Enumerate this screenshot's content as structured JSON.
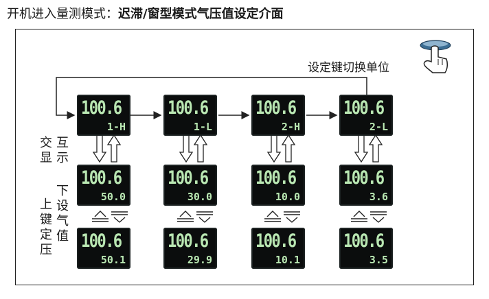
{
  "heading": {
    "prefix": "开机进入量测模式：",
    "title": "迟滞/窗型模式气压值设定介面"
  },
  "hint": "设定键切换单位",
  "side_labels": {
    "interact": [
      "交",
      "显",
      "互",
      "示"
    ],
    "setting": [
      "上",
      "键",
      "定",
      "压",
      "下",
      "设",
      "气",
      "值"
    ]
  },
  "columns": [
    {
      "top": {
        "main": "100.6",
        "sub": "1-H"
      },
      "mid": {
        "main": "100.6",
        "sub": "50.0"
      },
      "bottom": {
        "main": "100.6",
        "sub": "50.1"
      }
    },
    {
      "top": {
        "main": "100.6",
        "sub": "1-L"
      },
      "mid": {
        "main": "100.6",
        "sub": "30.0"
      },
      "bottom": {
        "main": "100.6",
        "sub": "29.9"
      }
    },
    {
      "top": {
        "main": "100.6",
        "sub": "2-H"
      },
      "mid": {
        "main": "100.6",
        "sub": "10.0"
      },
      "bottom": {
        "main": "100.6",
        "sub": "10.1"
      }
    },
    {
      "top": {
        "main": "100.6",
        "sub": "2-L"
      },
      "mid": {
        "main": "100.6",
        "sub": "3.6"
      },
      "bottom": {
        "main": "100.6",
        "sub": "3.5"
      }
    }
  ],
  "colors": {
    "lcd_bg": "#0b0d0d",
    "lcd_text": "#b9e7b2",
    "line": "#222222"
  },
  "icons": [
    "touch-hand-icon",
    "updown-arrows-icon",
    "plus-minus-buttons-icon"
  ]
}
